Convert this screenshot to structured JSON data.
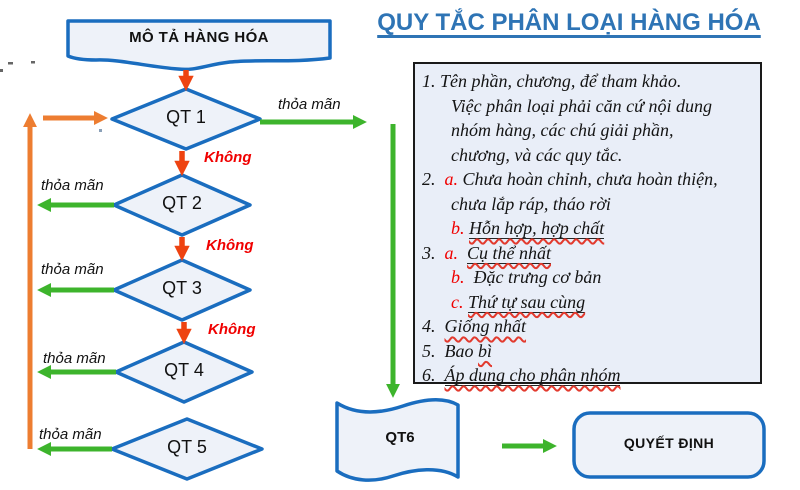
{
  "title": "QUY TẮC PHÂN LOẠI HÀNG HÓA",
  "banner": {
    "label": "MÔ TẢ HÀNG HÓA"
  },
  "flow": {
    "yes_label": "thỏa mãn",
    "no_label": "Không",
    "diamonds": [
      {
        "label": "QT 1"
      },
      {
        "label": "QT 2"
      },
      {
        "label": "QT 3"
      },
      {
        "label": "QT 4"
      },
      {
        "label": "QT 5"
      }
    ],
    "qt6_label": "QT6",
    "decision_label": "QUYẾT ĐỊNH"
  },
  "panel": {
    "lines": [
      {
        "indent": 0,
        "segments": [
          {
            "t": "1. Tên phần, chương, để tham khảo."
          }
        ]
      },
      {
        "indent": 1,
        "segments": [
          {
            "t": "Việc phân loại phải căn cứ nội dung"
          }
        ]
      },
      {
        "indent": 1,
        "segments": [
          {
            "t": "nhóm hàng, các chú giải phần,"
          }
        ]
      },
      {
        "indent": 1,
        "segments": [
          {
            "t": "chương, và các quy tắc."
          }
        ]
      },
      {
        "indent": 0,
        "segments": [
          {
            "t": "2.  "
          },
          {
            "t": "a.",
            "c": "red"
          },
          {
            "t": " Chưa hoàn chỉnh, chưa hoàn thiện,"
          }
        ]
      },
      {
        "indent": 1,
        "segments": [
          {
            "t": "chưa lắp ráp, tháo rời"
          }
        ]
      },
      {
        "indent": 1,
        "segments": [
          {
            "t": "b.",
            "c": "red"
          },
          {
            "t": " "
          },
          {
            "t": "Hỗn hợp, hợp chất",
            "u": true,
            "w": true
          }
        ]
      },
      {
        "indent": 0,
        "segments": [
          {
            "t": "3.  "
          },
          {
            "t": "a.",
            "c": "red"
          },
          {
            "t": "  "
          },
          {
            "t": "Cụ thể nhất",
            "u": true,
            "w": true
          }
        ]
      },
      {
        "indent": 1,
        "segments": [
          {
            "t": "b.",
            "c": "red"
          },
          {
            "t": "  Đặc trưng cơ bản"
          }
        ]
      },
      {
        "indent": 1,
        "segments": [
          {
            "t": "c.",
            "c": "red"
          },
          {
            "t": " "
          },
          {
            "t": "Thứ tự sau cùng",
            "u": true,
            "w": true
          }
        ]
      },
      {
        "indent": 0,
        "segments": [
          {
            "t": "4.  "
          },
          {
            "t": "Giống nhất",
            "w": true
          }
        ]
      },
      {
        "indent": 0,
        "segments": [
          {
            "t": "5.  "
          },
          {
            "t": "Bao "
          },
          {
            "t": "bì",
            "w": true
          }
        ]
      },
      {
        "indent": 0,
        "segments": [
          {
            "t": "6.  "
          },
          {
            "t": "Áp dụng cho phân nhóm",
            "u": true,
            "w": true
          }
        ]
      }
    ]
  },
  "colors": {
    "shape_border_blue": "#1a6dbf",
    "shape_fill": "#eef2f9",
    "title_blue": "#2e74b5",
    "panel_fill": "#e9eef8",
    "panel_border": "#1a1a1a",
    "yes_green": "#3db42c",
    "loop_orange": "#ed7d31",
    "no_arrow_red": "#ee4311",
    "no_text_red": "#f00000"
  }
}
